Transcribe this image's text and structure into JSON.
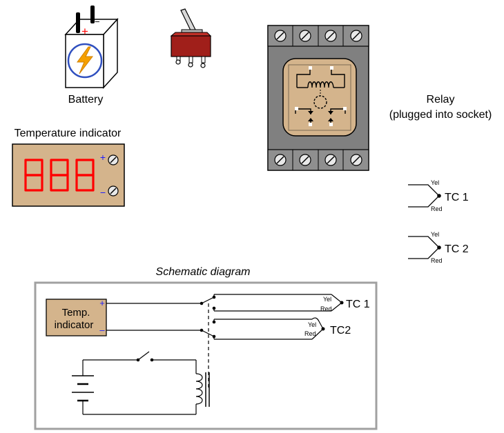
{
  "labels": {
    "battery": "Battery",
    "relay_line1": "Relay",
    "relay_line2": "(plugged into socket)",
    "temp_indicator": "Temperature indicator",
    "tc1": "TC 1",
    "tc2": "TC 2",
    "yel": "Yel",
    "red": "Red",
    "schematic_title": "Schematic diagram",
    "temp_box_line1": "Temp.",
    "temp_box_line2": "indicator",
    "sch_tc1": "TC 1",
    "sch_tc2": "TC2"
  },
  "symbols": {
    "plus": "+",
    "minus": "−",
    "plus_ascii": "+",
    "minus_ascii": "–"
  },
  "icons": [
    "battery-icon",
    "lightning-icon",
    "toggle-switch-icon",
    "relay-icon",
    "coil-icon",
    "screw-terminal-icon",
    "thermocouple-icon",
    "seven-segment-display"
  ],
  "colors": {
    "battery_plus": "#ff0000",
    "battery_ring": "#2f4fbf",
    "lightning": "#f5a000",
    "switch_body": "#a01f1a",
    "relay_base": "#808080",
    "relay_cap": "#d4b48c",
    "indicator_face": "#d4b48c",
    "segments": "#ff0000",
    "polarity": "#1a1aff",
    "schematic_frame": "#a0a0a0"
  }
}
